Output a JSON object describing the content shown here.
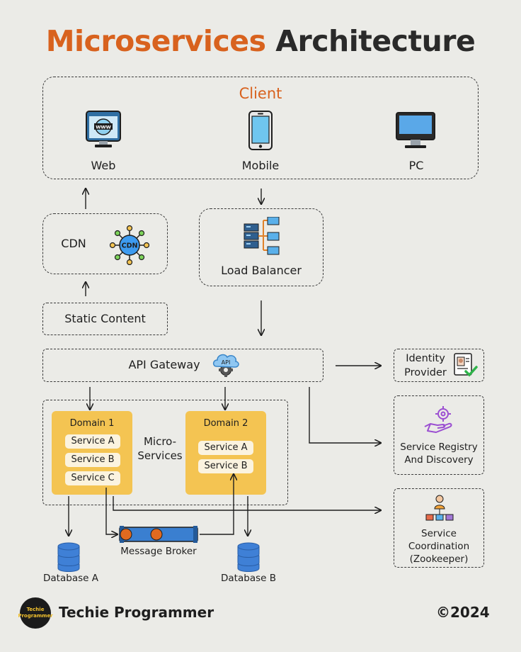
{
  "title": {
    "part1": "Microservices",
    "part2": "Architecture"
  },
  "client": {
    "title": "Client",
    "devices": [
      {
        "label": "Web",
        "icon": "browser-window-icon"
      },
      {
        "label": "Mobile",
        "icon": "smartphone-icon"
      },
      {
        "label": "PC",
        "icon": "desktop-monitor-icon"
      }
    ]
  },
  "cdn": {
    "label": "CDN",
    "icon_text": "CDN"
  },
  "load_balancer": {
    "label": "Load Balancer"
  },
  "static_content": {
    "label": "Static Content"
  },
  "api_gateway": {
    "label": "API Gateway",
    "icon_text": "API"
  },
  "identity_provider": {
    "line1": "Identity",
    "line2": "Provider"
  },
  "service_registry": {
    "line1": "Service Registry",
    "line2": "And Discovery"
  },
  "service_coordination": {
    "line1": "Service",
    "line2": "Coordination",
    "line3": "(Zookeeper)"
  },
  "microservices_label": {
    "line1": "Micro-",
    "line2": "Services"
  },
  "domain1": {
    "title": "Domain 1",
    "services": [
      "Service A",
      "Service B",
      "Service C"
    ]
  },
  "domain2": {
    "title": "Domain 2",
    "services": [
      "Service A",
      "Service B"
    ]
  },
  "message_broker": {
    "label": "Message Broker"
  },
  "database_a": {
    "label": "Database A"
  },
  "database_b": {
    "label": "Database B"
  },
  "footer": {
    "logo_line1": "Techie",
    "logo_line2": "Programmer",
    "brand": "Techie Programmer",
    "year": "©2024"
  },
  "colors": {
    "accent": "#d8621e",
    "domain": "#f4c452",
    "service": "#fbf3df",
    "background": "#ebebe7"
  }
}
